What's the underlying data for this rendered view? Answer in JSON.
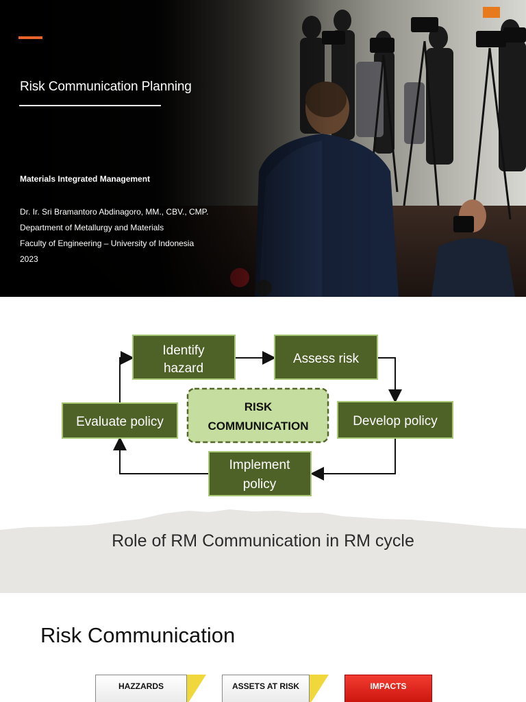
{
  "slide1": {
    "title": "Risk Communication Planning",
    "course": "Materials Integrated Management",
    "lines": [
      "Dr. Ir. Sri Bramantoro Abdinagoro, MM., CBV., CMP.",
      "Department of Metallurgy and Materials",
      "Faculty of Engineering – University of Indonesia",
      "2023"
    ],
    "colors": {
      "accent": "#e8632a",
      "background": "#050505"
    }
  },
  "slide2": {
    "nodes": {
      "identify": [
        "Identify",
        "hazard"
      ],
      "assess": "Assess risk",
      "develop": "Develop policy",
      "implement": [
        "Implement",
        "policy"
      ],
      "evaluate": "Evaluate policy",
      "center": [
        "RISK",
        "COMMUNICATION"
      ]
    },
    "caption": "Role of RM Communication in RM cycle",
    "colors": {
      "box": "#4e6127",
      "box_border": "#a7c774",
      "center_fill": "#c5dea0",
      "center_border": "#55682a"
    }
  },
  "slide3": {
    "heading": "Risk Communication",
    "tags": {
      "hazards": "HAZZARDS",
      "assets": "ASSETS AT RISK",
      "impacts": "IMPACTS"
    },
    "colors": {
      "impacts": "#e0241b",
      "wedge": "#f0d73b"
    }
  }
}
